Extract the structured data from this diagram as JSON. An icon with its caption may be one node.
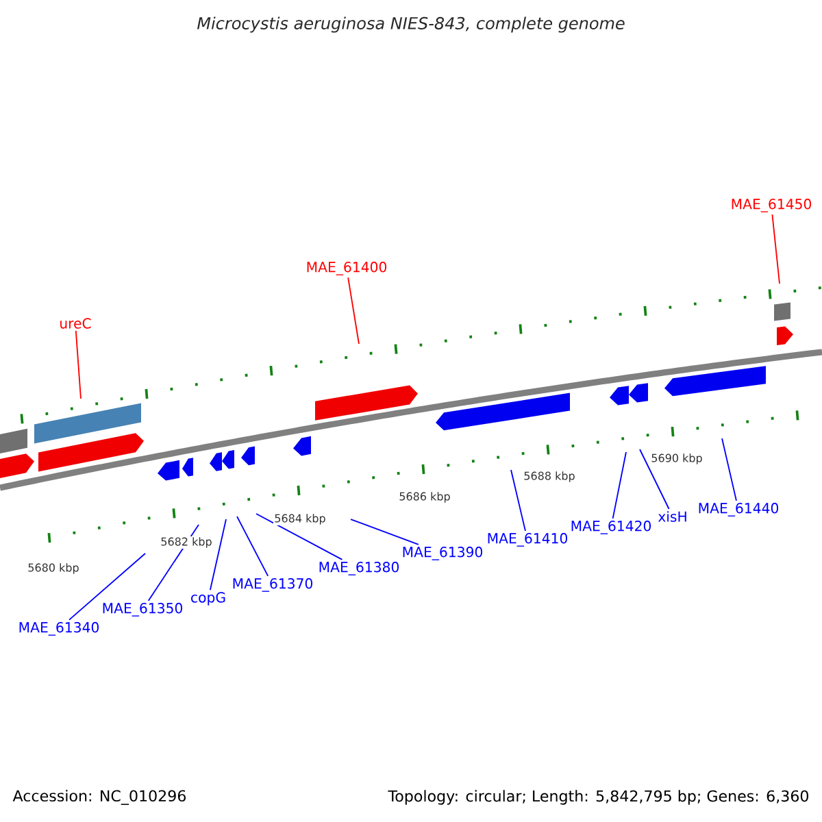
{
  "diagram": {
    "title": "Microcystis aeruginosa NIES-843, complete genome",
    "nodes": [
      {
        "text": [
          "ureC"
        ]
      },
      {
        "text": [
          "MAE_61400"
        ]
      },
      {
        "text": [
          "MAE_61450"
        ]
      },
      {
        "text": [
          "MAE_61340"
        ]
      },
      {
        "text": [
          "MAE_61350"
        ]
      },
      {
        "text": [
          "copG"
        ]
      },
      {
        "text": [
          "MAE_61370"
        ]
      },
      {
        "text": [
          "MAE_61380"
        ]
      },
      {
        "text": [
          "MAE_61390"
        ]
      },
      {
        "text": [
          "MAE_61410"
        ]
      },
      {
        "text": [
          "MAE_61420"
        ]
      },
      {
        "text": [
          "xisH"
        ]
      },
      {
        "text": [
          "MAE_61440"
        ]
      }
    ],
    "edges": [
      {
        "from": 0,
        "to": null,
        "arrow": "none",
        "color": "#ff0000"
      },
      {
        "from": 1,
        "to": null,
        "arrow": "none",
        "color": "#ff0000"
      },
      {
        "from": 2,
        "to": null,
        "arrow": "none",
        "color": "#ff0000"
      },
      {
        "from": 3,
        "to": null,
        "arrow": "none"
      },
      {
        "from": 4,
        "to": null,
        "arrow": "none"
      },
      {
        "from": 5,
        "to": null,
        "arrow": "none"
      },
      {
        "from": 6,
        "to": null,
        "arrow": "none"
      },
      {
        "from": 7,
        "to": null,
        "arrow": "none"
      },
      {
        "from": 8,
        "to": null,
        "arrow": "none"
      },
      {
        "from": 9,
        "to": null,
        "arrow": "none"
      },
      {
        "from": 10,
        "to": null,
        "arrow": "none"
      },
      {
        "from": 11,
        "to": null,
        "arrow": "none"
      },
      {
        "from": 12,
        "to": null,
        "arrow": "none"
      }
    ],
    "labels": [
      "5680 kbp",
      "5682 kbp",
      "5684 kbp",
      "5686 kbp",
      "5688 kbp",
      "5690 kbp",
      "Accession: NC_010296",
      "Topology: circular; Length: 5,842,795 bp; Genes: 6,360"
    ]
  }
}
